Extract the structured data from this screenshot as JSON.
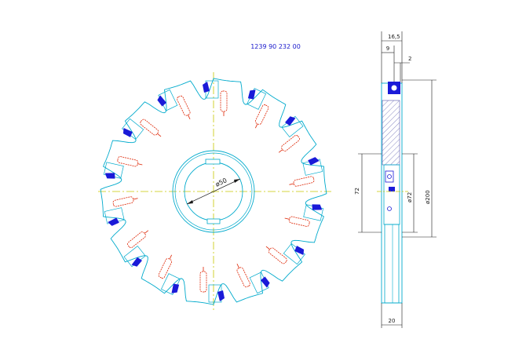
{
  "part_number": "1239 90 232 00",
  "front_view": {
    "bore_label": "ø50",
    "tooth_count": 14
  },
  "side_view": {
    "dim_width_top": "16,5",
    "dim_inner": "9",
    "dim_step": "2",
    "dim_hub_height": "72",
    "dim_hub_diameter": "ø72",
    "dim_outer_diameter": "ø200",
    "dim_width_bottom": "20"
  },
  "colors": {
    "outline": "#00aacc",
    "centerline": "#c8c800",
    "insert": "#1a1ad8",
    "screw": "#dd2200",
    "dim": "#1a1a1a",
    "hatch": "#5555aa"
  }
}
